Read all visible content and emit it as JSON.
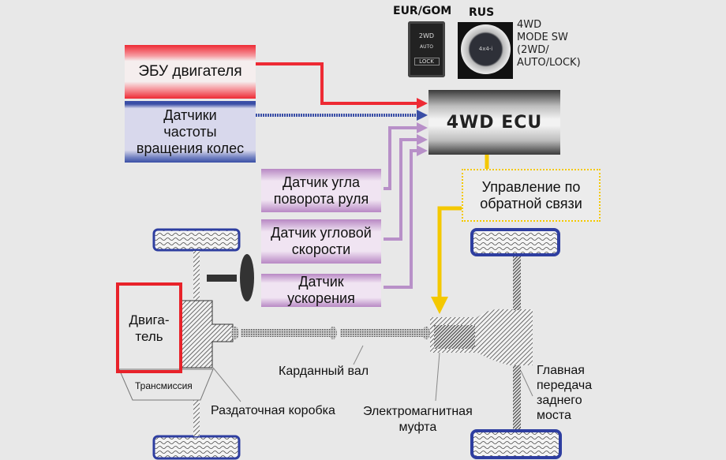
{
  "switches": {
    "eur_label": "EUR/GOM",
    "rus_label": "RUS",
    "eur_switch_top": "2WD",
    "eur_switch_mid": "AUTO",
    "eur_switch_bottom": "LOCK",
    "rus_dial_center": "4x4-i",
    "description": [
      "4WD",
      "MODE SW",
      "(2WD/",
      "AUTO/LOCK)"
    ]
  },
  "inputs": {
    "engine_ecu": "ЭБУ двигателя",
    "wheel_speed_sensors": [
      "Датчики",
      "частоты",
      "вращения колес"
    ],
    "steering_angle_sensor": [
      "Датчик угла",
      "поворота руля"
    ],
    "yaw_rate_sensor": [
      "Датчик угловой",
      "скорости"
    ],
    "accel_sensor": [
      "Датчик",
      "ускорения"
    ]
  },
  "ecu": {
    "label": "4WD ECU"
  },
  "feedback": {
    "label": [
      "Управление по",
      "обратной связи"
    ]
  },
  "drivetrain": {
    "engine": [
      "Двига-",
      "тель"
    ],
    "transmission": "Трансмиссия",
    "transfer_case": "Раздаточная коробка",
    "propeller_shaft": "Карданный вал",
    "em_coupling": [
      "Электромагнитная",
      "муфта"
    ],
    "rear_diff": [
      "Главная",
      "передача",
      "заднего",
      "моста"
    ]
  },
  "colors": {
    "engine_ecu_line": "#ee2a34",
    "wheel_speed_line": "#3a4ea6",
    "sensor_line": "#b890c8",
    "feedback_line": "#f4c800",
    "tire_border": "#2e3ea0",
    "engine_border": "#e8222a",
    "background": "#e8e8e8"
  }
}
